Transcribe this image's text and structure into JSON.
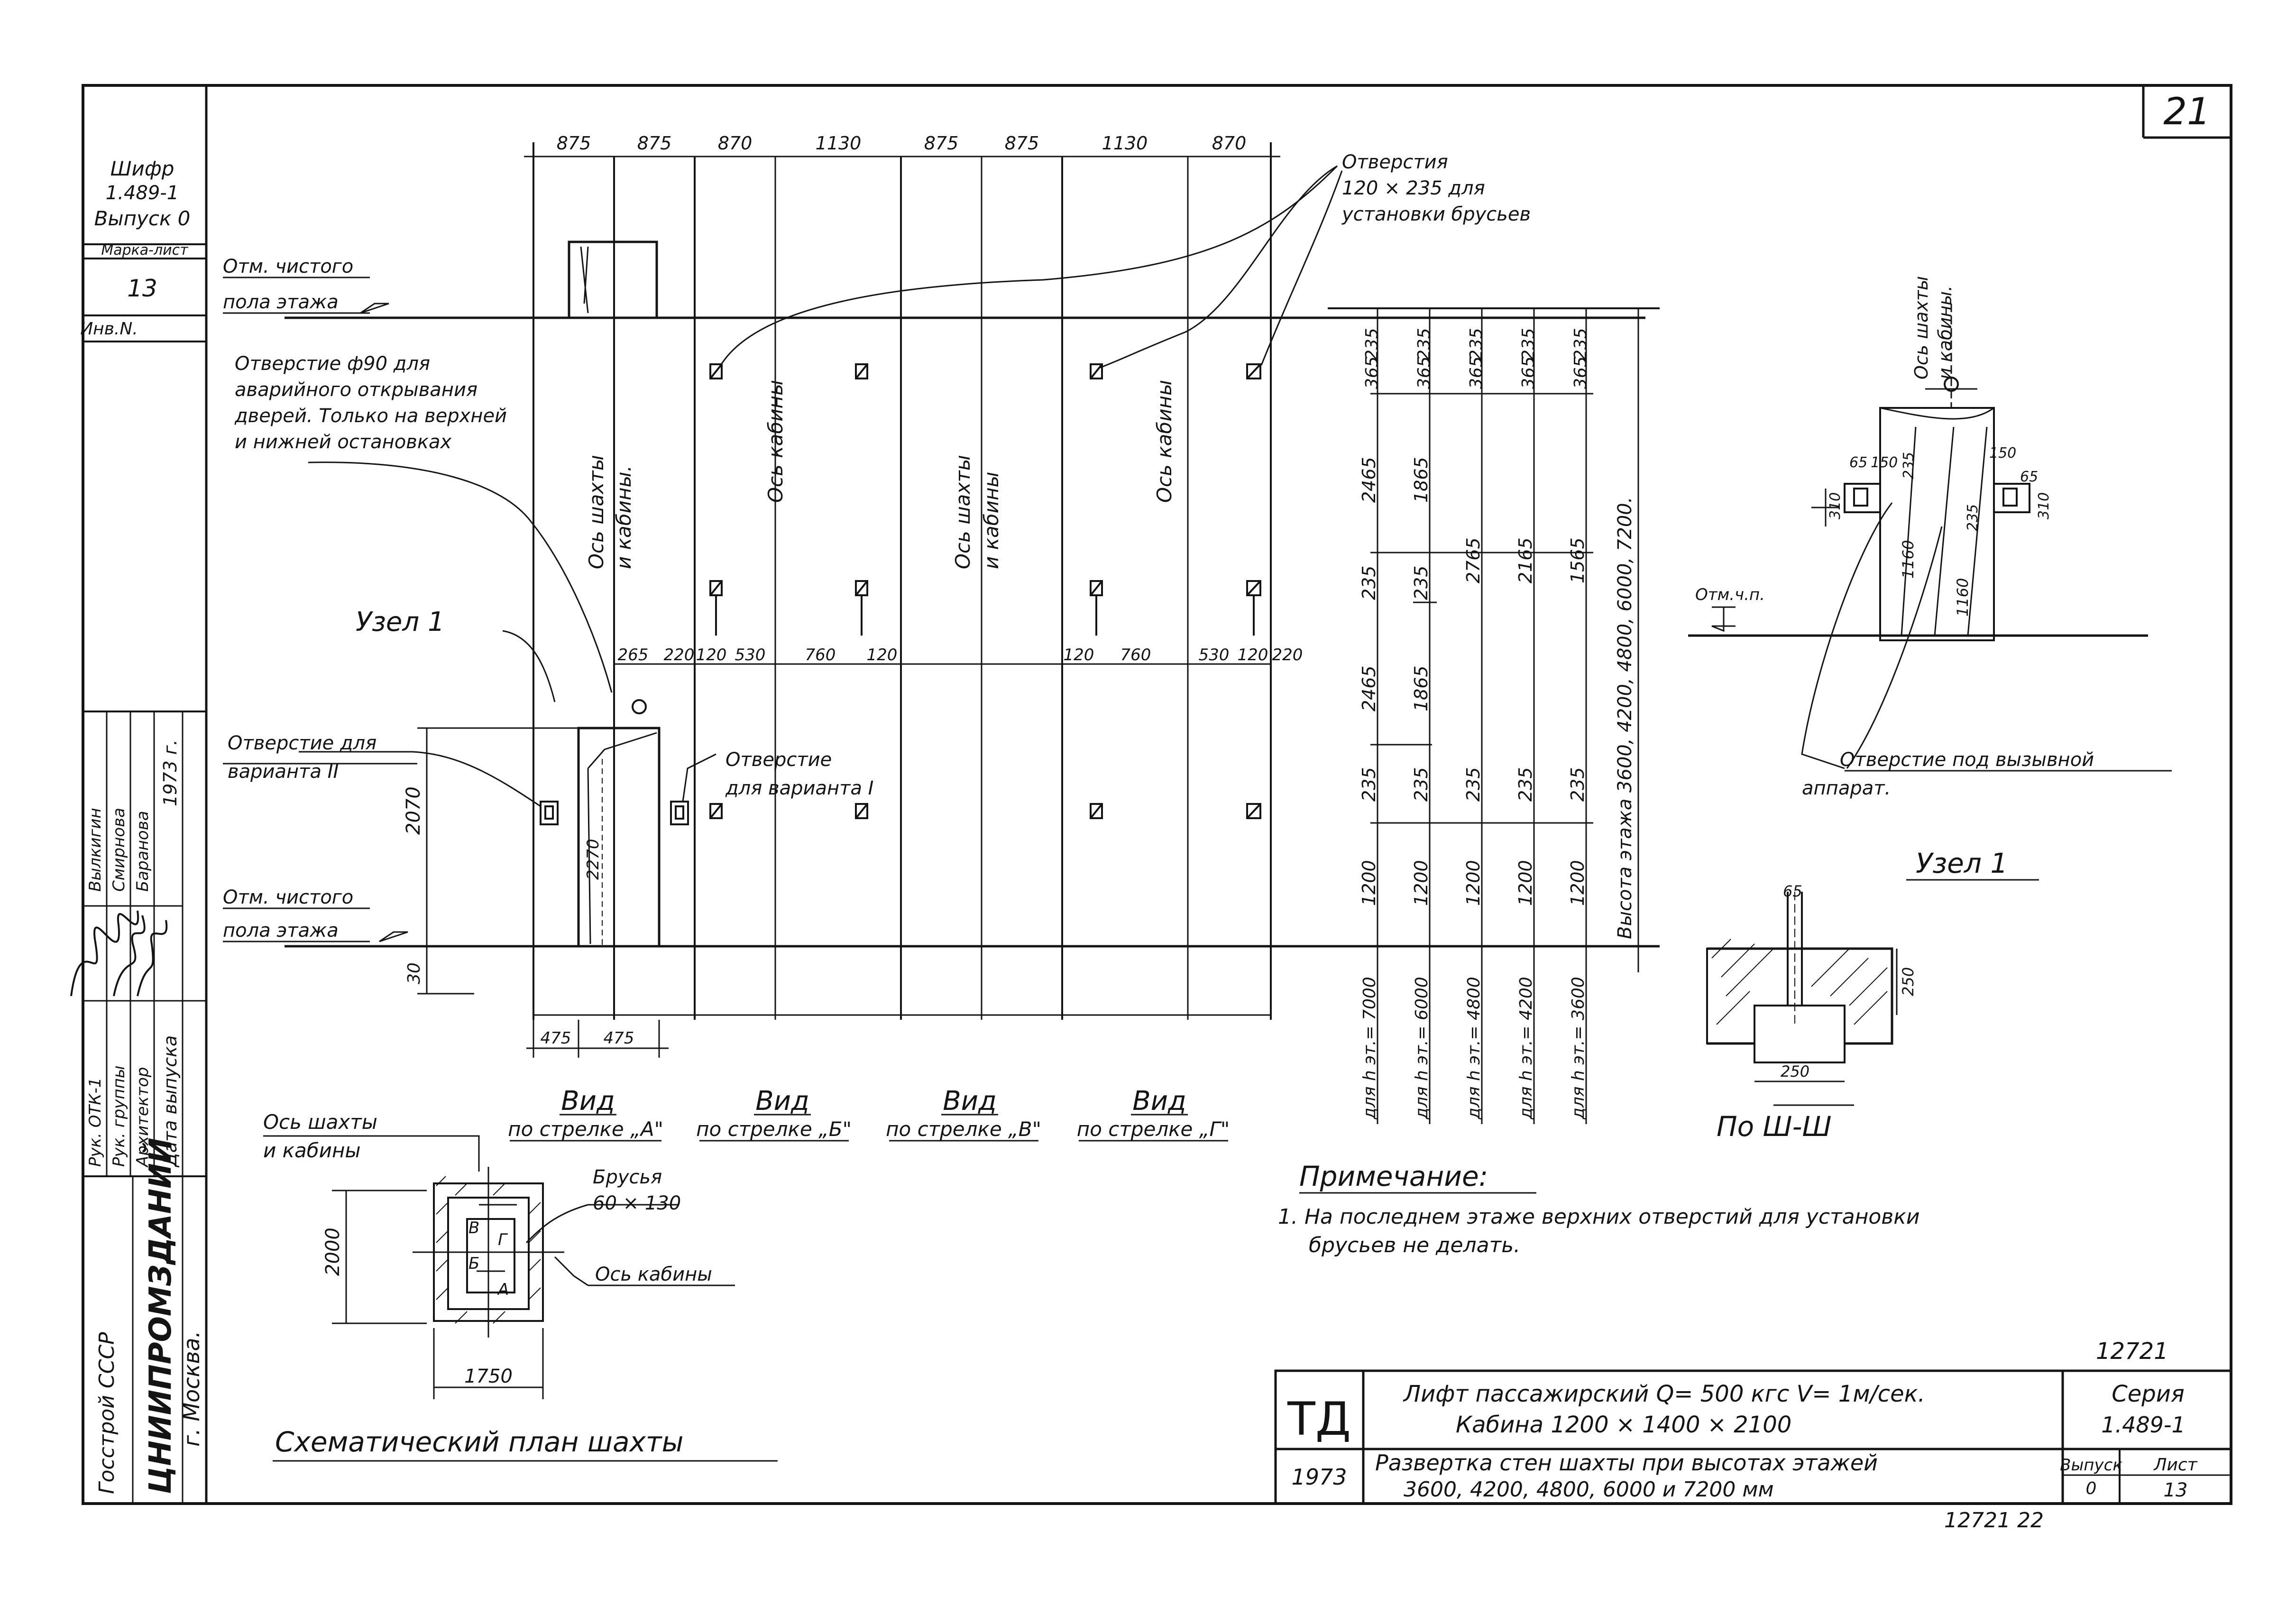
{
  "sheet_number": "21",
  "left_stamp": {
    "code_label": "Шифр",
    "code": "1.489-1",
    "issue": "Выпуск 0",
    "mark_sheet_label": "Марка-лист",
    "mark_sheet": "13",
    "inv_label": "Инв.N.",
    "people_roles": [
      "Рук. ОТК-1",
      "Рук. группы",
      "Архитектор"
    ],
    "people_names": [
      "Вылкигин",
      "Смирнова",
      "Баранова"
    ],
    "date_label": "Дата выпуска",
    "year": "1973 г.",
    "ministry": "Госстрой СССР",
    "institute": "ЦНИИПРОМЗДАНИЙ",
    "city": "г. Москва."
  },
  "top_dims": [
    "875",
    "875",
    "870",
    "1130",
    "875",
    "875",
    "1130",
    "870"
  ],
  "labels": {
    "floor_level_top": [
      "Отм. чистого",
      "пола этажа"
    ],
    "floor_level_bottom": [
      "Отм. чистого",
      "пола этажа"
    ],
    "hole_d90": [
      "Отверстие ф90 для",
      "аварийного открывания",
      "дверей. Только на верхней",
      "и нижней остановках"
    ],
    "holes_120": [
      "Отверстия",
      "120 × 235 для",
      "установки брусьев"
    ],
    "node1_ptr": "Узел 1",
    "hole_var2": [
      "Отверстие для",
      "варианта II"
    ],
    "hole_var1": [
      "Отверстие",
      "для варианта I"
    ],
    "axis_shaft_cabin_1": [
      "Ось шахты",
      "и кабины."
    ],
    "axis_cabin_1": "Ось кабины",
    "axis_shaft_cabin_2": [
      "Ось шахты",
      "и кабины"
    ],
    "axis_cabin_2": "Ось кабины",
    "dim_2070": "2070",
    "dim_2270": "2270",
    "dim_30": "30",
    "dims_475": [
      "475",
      "475"
    ],
    "mid_left_dims": [
      "265",
      "220",
      "120",
      "530",
      "760",
      "120"
    ],
    "mid_right_dims": [
      "120",
      "760",
      "530",
      "120",
      "220"
    ]
  },
  "views": [
    {
      "title": "Вид",
      "subtitle": "по стрелке „А\""
    },
    {
      "title": "Вид",
      "subtitle": "по стрелке „Б\""
    },
    {
      "title": "Вид",
      "subtitle": "по стрелке „В\""
    },
    {
      "title": "Вид",
      "subtitle": "по стрелке „Г\""
    }
  ],
  "height_table": {
    "row1": [
      "235",
      "365"
    ],
    "col_values": [
      [
        "2465",
        "235",
        "2465",
        "235",
        "1200"
      ],
      [
        "1865",
        "235",
        "1865",
        "235",
        "1200"
      ],
      [
        "2765",
        "235",
        "1200"
      ],
      [
        "2165",
        "235",
        "1200"
      ],
      [
        "1565",
        "235",
        "1200"
      ]
    ],
    "col_labels": [
      "для h эт.= 7000",
      "для h эт.= 6000",
      "для h эт.= 4800",
      "для h эт.= 4200",
      "для h эт.= 3600"
    ],
    "vertical_caption": "Высота этажа 3600, 4200, 4800, 6000, 7200."
  },
  "right_section": {
    "axis": [
      "Ось шахты",
      "и кабины."
    ],
    "dims": [
      "65",
      "150",
      "235",
      "310",
      "1160",
      "1160",
      "150",
      "65",
      "235",
      "310"
    ],
    "level": "Отм.ч.п.",
    "callout": [
      "Отверстие под вызывной",
      "аппарат."
    ]
  },
  "node1": {
    "title": "Узел 1",
    "dims": [
      "65",
      "250",
      "250"
    ],
    "section_title": "По Ш-Ш"
  },
  "plan": {
    "axis_label": [
      "Ось шахты",
      "и кабины"
    ],
    "beams": [
      "Брусья",
      "60 × 130"
    ],
    "axis_cabin": "Ось кабины",
    "dim_2000": "2000",
    "dim_1750": "1750",
    "letters": [
      "В",
      "Б",
      "Г",
      "А"
    ],
    "title": "Схематический план шахты"
  },
  "note": {
    "title": "Примечание:",
    "lines": [
      "1. На последнем этаже верхних отверстий для установки",
      "брусьев не делать."
    ]
  },
  "title_block": {
    "stamp": "ТД",
    "year": "1973",
    "line1": "Лифт пассажирский Q= 500 кгс V= 1м/сек.",
    "line2": "Кабина 1200 × 1400 × 2100",
    "line3": "Развертка стен шахты при высотах этажей",
    "line4": "3600, 4200, 4800, 6000 и 7200 мм",
    "series_label": "Серия",
    "series": "1.489-1",
    "issue_label": "Выпуск",
    "issue": "0",
    "sheet_label": "Лист",
    "sheet": "13",
    "inv_top": "12721",
    "inv_bottom": "12721 22"
  }
}
